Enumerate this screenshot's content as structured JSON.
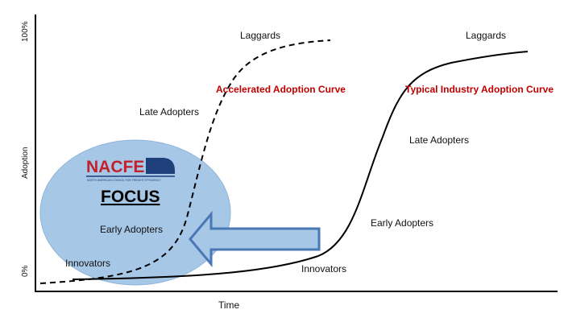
{
  "axes": {
    "y_label": "Adoption",
    "y_top": "100%",
    "y_bottom": "0%",
    "x_label": "Time"
  },
  "focus": {
    "logo_text": "NACFE",
    "logo_subtext": "NORTH AMERICAN COUNCIL FOR FREIGHT EFFICIENCY",
    "title": "FOCUS",
    "early_adopters": "Early Adopters",
    "innovators": "Innovators"
  },
  "accelerated": {
    "title": "Accelerated Adoption Curve",
    "late_adopters": "Late Adopters",
    "laggards": "Laggards"
  },
  "typical": {
    "title": "Typical Industry Adoption Curve",
    "laggards": "Laggards",
    "late_adopters": "Late Adopters",
    "early_adopters": "Early Adopters",
    "innovators": "Innovators"
  },
  "colors": {
    "focus_fill": "#a7c7e7",
    "focus_stroke": "#8fb4da",
    "arrow_fill": "#a7c7e7",
    "arrow_stroke": "#4a78b5",
    "title_red": "#c00000",
    "logo_red": "#c4202b",
    "logo_blue": "#1f3f7a"
  }
}
